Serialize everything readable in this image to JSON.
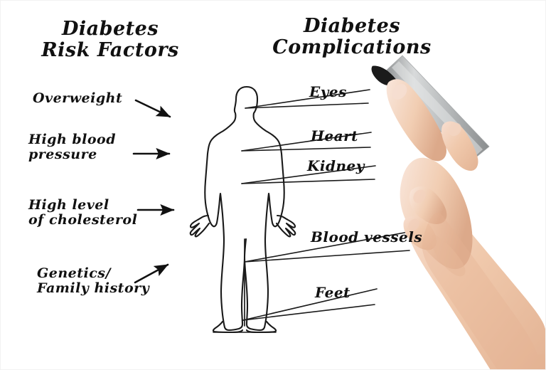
{
  "image": {
    "kind": "whiteboard-diagram-photo",
    "background_color": "#ffffff",
    "ink_color": "#111111",
    "skin_color": "#f0cbb0",
    "pen_body_color": "#c9cbcb",
    "pen_tip_color": "#1b1b1b"
  },
  "titles": {
    "left": "Diabetes\nRisk Factors",
    "right": "Diabetes\nComplications"
  },
  "risk_factors": [
    {
      "label": "Overweight",
      "arrow": "diagonal-down-right"
    },
    {
      "label": "High blood\npressure",
      "arrow": "horizontal-right"
    },
    {
      "label": "High level\nof cholesterol",
      "arrow": "horizontal-right"
    },
    {
      "label": "Genetics/\nFamily history",
      "arrow": "diagonal-up-right"
    }
  ],
  "complications": [
    {
      "label": "Eyes",
      "body_point": "head"
    },
    {
      "label": "Heart",
      "body_point": "chest"
    },
    {
      "label": "Kidney",
      "body_point": "abdomen"
    },
    {
      "label": "Blood vessels",
      "body_point": "leg"
    },
    {
      "label": "Feet",
      "body_point": "foot"
    }
  ],
  "figure": {
    "name": "human-body-outline",
    "description": "front-facing male body silhouette outline drawn in thin black line"
  },
  "hand": {
    "name": "hand-holding-pen",
    "description": "right hand holding a silver marker pen, pointing up-left toward the right title"
  }
}
